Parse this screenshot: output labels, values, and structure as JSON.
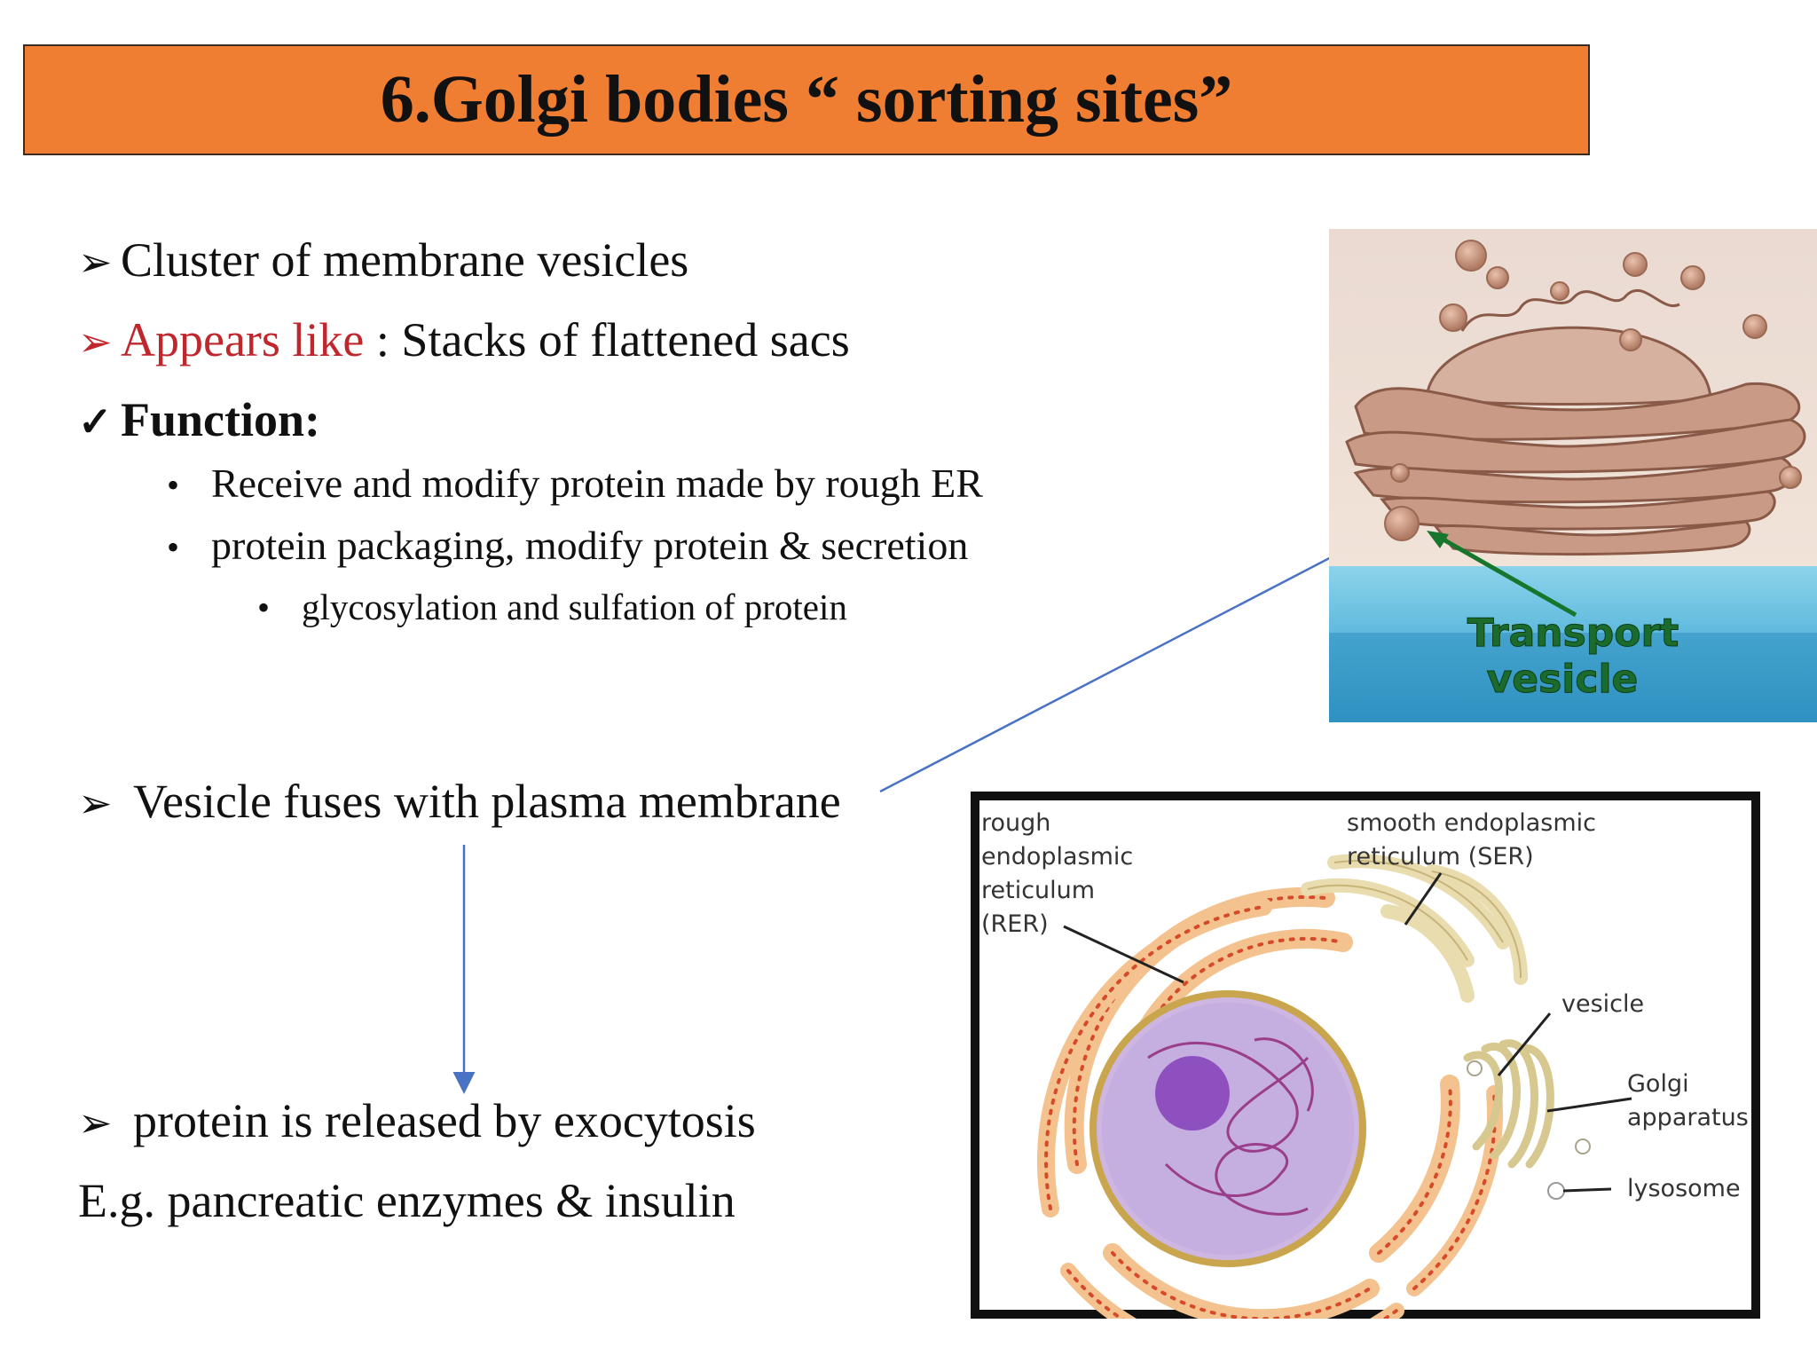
{
  "slide": {
    "title": "6.Golgi bodies “ sorting sites”",
    "bullets": {
      "b1": "Cluster of membrane vesicles",
      "b2_label": "Appears like",
      "b2_rest": " : Stacks of flattened sacs",
      "function_heading": "Function:",
      "sub1": "Receive and modify protein made by rough ER",
      "sub2": "protein packaging, modify protein & secretion",
      "sub3": "glycosylation and sulfation of protein",
      "fuse": "Vesicle fuses with plasma membrane",
      "released": "protein is  released by  exocytosis",
      "example": "E.g. pancreatic enzymes & insulin"
    },
    "colors": {
      "title_bg": "#ef7d32",
      "accent_red": "#c0272d",
      "arrow_blue": "#4a72c4"
    }
  },
  "figure_top": {
    "label_line1": "Transport",
    "label_line2": "vesicle"
  },
  "figure_cell": {
    "labels": {
      "rer_1": "rough",
      "rer_2": "endoplasmic",
      "rer_3": "reticulum",
      "rer_4": "(RER)",
      "ser_1": "smooth endoplasmic",
      "ser_2": "reticulum (SER)",
      "vesicle": "vesicle",
      "golgi_1": "Golgi",
      "golgi_2": "apparatus",
      "lysosome": "lysosome"
    }
  }
}
